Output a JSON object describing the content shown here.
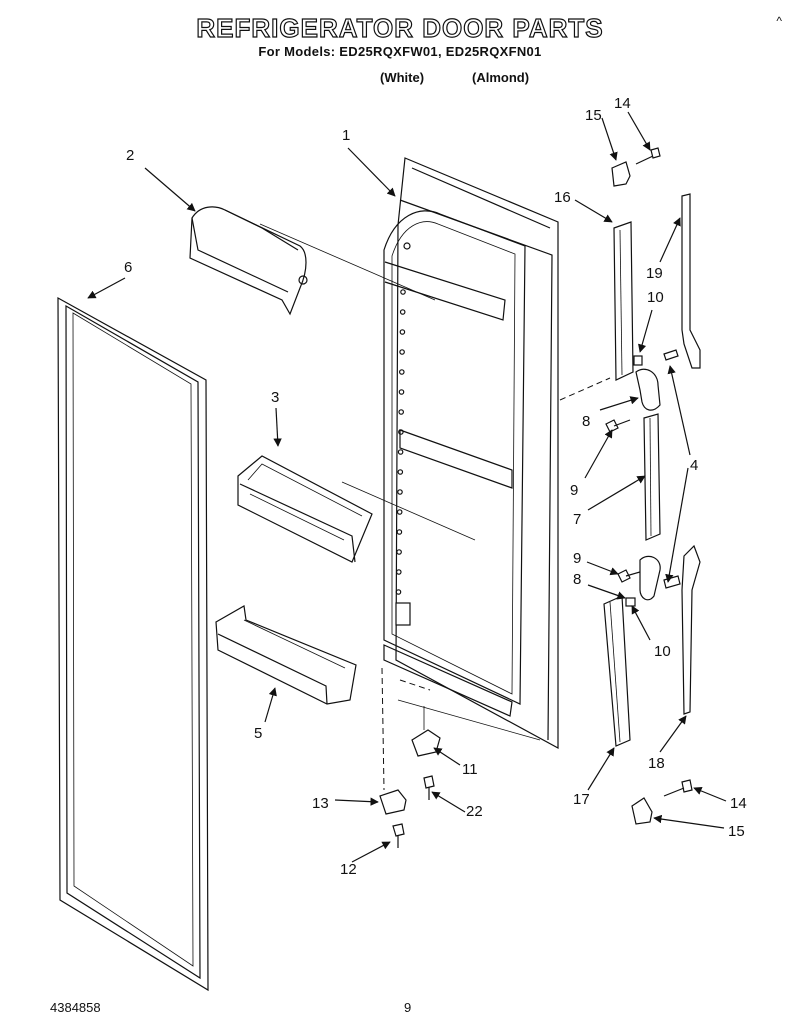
{
  "header": {
    "corner_mark": "^",
    "title": "REFRIGERATOR DOOR PARTS",
    "models": "For Models: ED25RQXFW01, ED25RQXFN01",
    "color_white": "(White)",
    "color_almond": "(Almond)"
  },
  "callouts": {
    "c1": "1",
    "c2": "2",
    "c3": "3",
    "c4": "4",
    "c5": "5",
    "c6": "6",
    "c7": "7",
    "c8a": "8",
    "c8b": "8",
    "c9a": "9",
    "c9b": "9",
    "c10a": "10",
    "c10b": "10",
    "c11": "11",
    "c12": "12",
    "c13": "13",
    "c14a": "14",
    "c14b": "14",
    "c15a": "15",
    "c15b": "15",
    "c16": "16",
    "c17": "17",
    "c18": "18",
    "c19": "19",
    "c22": "22"
  },
  "footer": {
    "doc_number": "4384858",
    "page_number": "9"
  }
}
